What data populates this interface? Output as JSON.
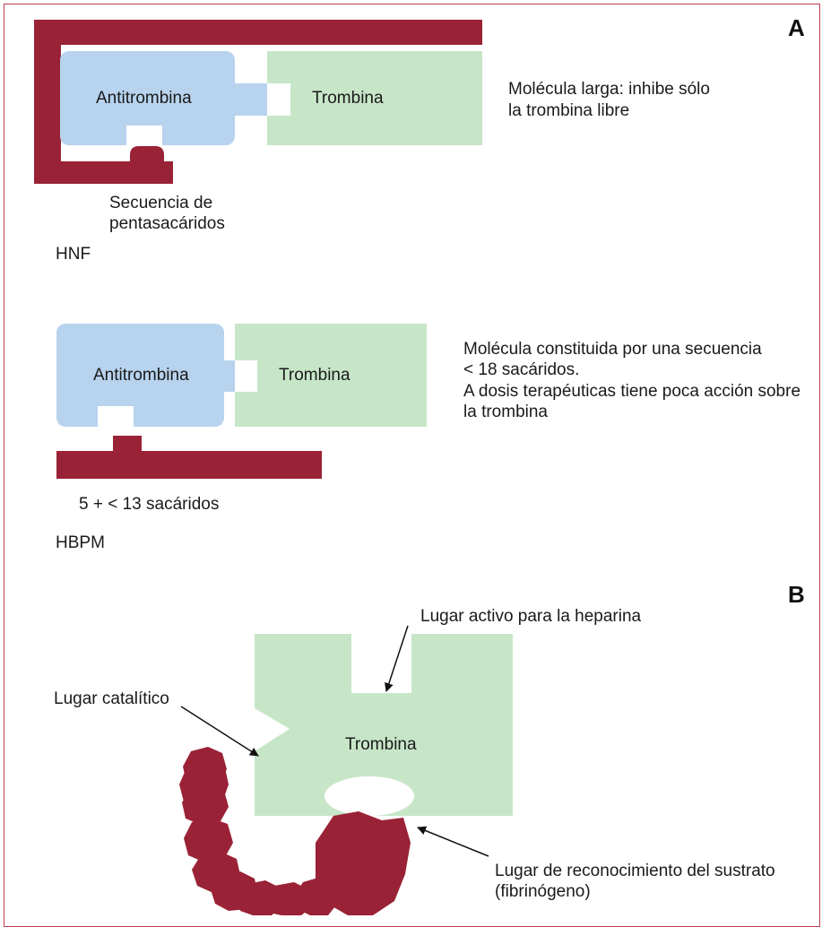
{
  "colors": {
    "heparin": "#9a2236",
    "antithrombin": "#b7d3ee",
    "thrombin": "#c7e6c8",
    "border": "#c23a4e"
  },
  "panel_a": {
    "letter": "A",
    "hnf": {
      "antithrombin_label": "Antitrombina",
      "thrombin_label": "Trombina",
      "description_line1": "Molécula larga: inhibe sólo",
      "description_line2": "la trombina libre",
      "pentasaccharide_line1": "Secuencia de",
      "pentasaccharide_line2": "pentasacáridos",
      "type_label": "HNF"
    },
    "hbpm": {
      "antithrombin_label": "Antitrombina",
      "thrombin_label": "Trombina",
      "description_line1": "Molécula  constituida por una secuencia",
      "description_line2": "< 18 sacáridos.",
      "description_line3": "A dosis terapéuticas tiene poca acción sobre",
      "description_line4": "la trombina",
      "saccharides_label": "5 + < 13 sacáridos",
      "type_label": "HBPM"
    }
  },
  "panel_b": {
    "letter": "B",
    "thrombin_label": "Trombina",
    "heparin_site_label": "Lugar activo para la heparina",
    "catalytic_site_label": "Lugar catalítico",
    "substrate_site_line1": "Lugar de reconocimiento del sustrato",
    "substrate_site_line2": "(fibrinógeno)"
  }
}
